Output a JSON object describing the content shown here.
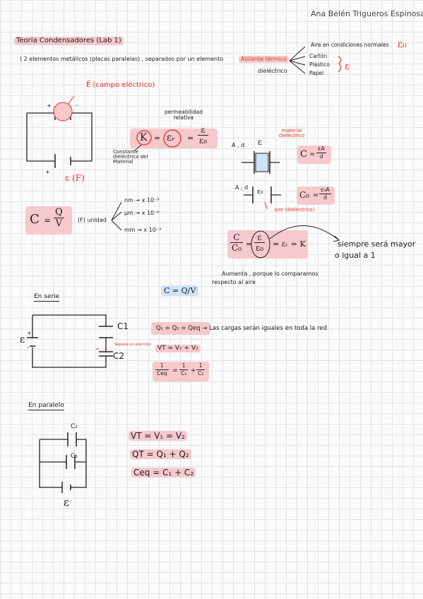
{
  "author": "Ana Belén Trigueros Espinosa",
  "title": "Teoría Condensadores (Lab 1)",
  "intro": "( 2 elementos metálicos (placas paralelas) , separados por un elemento",
  "aislante": "Aislante térmico",
  "dielectrico": "dieléctrico",
  "aire_cond": "Aire en condiciones normales",
  "eps0": "ε₀",
  "materiales": [
    "Cartón",
    "Plástico",
    "Papel"
  ],
  "eps": "ε",
  "campo": "E⃗ (campo eléctrico)",
  "permeabilidad": "permeabilidad relativa",
  "constante": "Constante dieléctrica del Material",
  "k_formula": {
    "k": "K",
    "eq": "=",
    "er": "εᵣ",
    "eq2": "=",
    "num": "ε",
    "den": "ε₀"
  },
  "emf_label": "ε (F)",
  "cap_formula": {
    "c": "C",
    "eq": "=",
    "num": "Q",
    "den": "V"
  },
  "unidad": "(F) unidad",
  "units": [
    {
      "u": "nm",
      "arrow": "→",
      "v": "x 10⁻⁹"
    },
    {
      "u": "μm",
      "arrow": "→",
      "v": "x 10⁻⁶"
    },
    {
      "u": "mm",
      "arrow": "→",
      "v": "x 10⁻³"
    }
  ],
  "ad1": "A , d",
  "material_diel": "material dieléctrico",
  "cap1": {
    "c": "C",
    "eq": "=",
    "num": "εA",
    "den": "d"
  },
  "ad2": "A , d",
  "cap2": {
    "c": "C₀",
    "eq": "=",
    "num": "ε₀A",
    "den": "d"
  },
  "aire_diel": "aire (dieléctrico)",
  "ratio": {
    "cn": "C",
    "cd": "C₀",
    "eq": "=",
    "en": "ε",
    "ed": "ε₀",
    "rest": "= εᵣ = K"
  },
  "siempre": [
    "siempre será mayor",
    "o igual a 1"
  ],
  "aumenta": [
    "Aumenta , porque lo comparamos",
    "respecto al aire"
  ],
  "serie_title": "En serie",
  "cqv": "C = Q/V",
  "serie_eq1": "Q₁ = Q₂ = Qeq  →  Las cargas serán iguales en toda la red",
  "serie_eq2": "VT = V₁ + V₂",
  "serie_eq3": {
    "l1": "1",
    "l2": "Ceq",
    "eq": "=",
    "a1": "1",
    "a2": "C₁",
    "plus": "+",
    "b1": "1",
    "b2": "C₂"
  },
  "c1": "C1",
  "c2": "C2",
  "sepa": "Separa un electrón",
  "paralelo_title": "En paralelo",
  "par_c2": "C₂",
  "par_c1": "C₁",
  "par_eq1": "VT = V₁ = V₂",
  "par_eq2": "QT = Q₁ + Q₂",
  "par_eq3": "Ceq = C₁ + C₂",
  "plus": "+",
  "minus": "-"
}
